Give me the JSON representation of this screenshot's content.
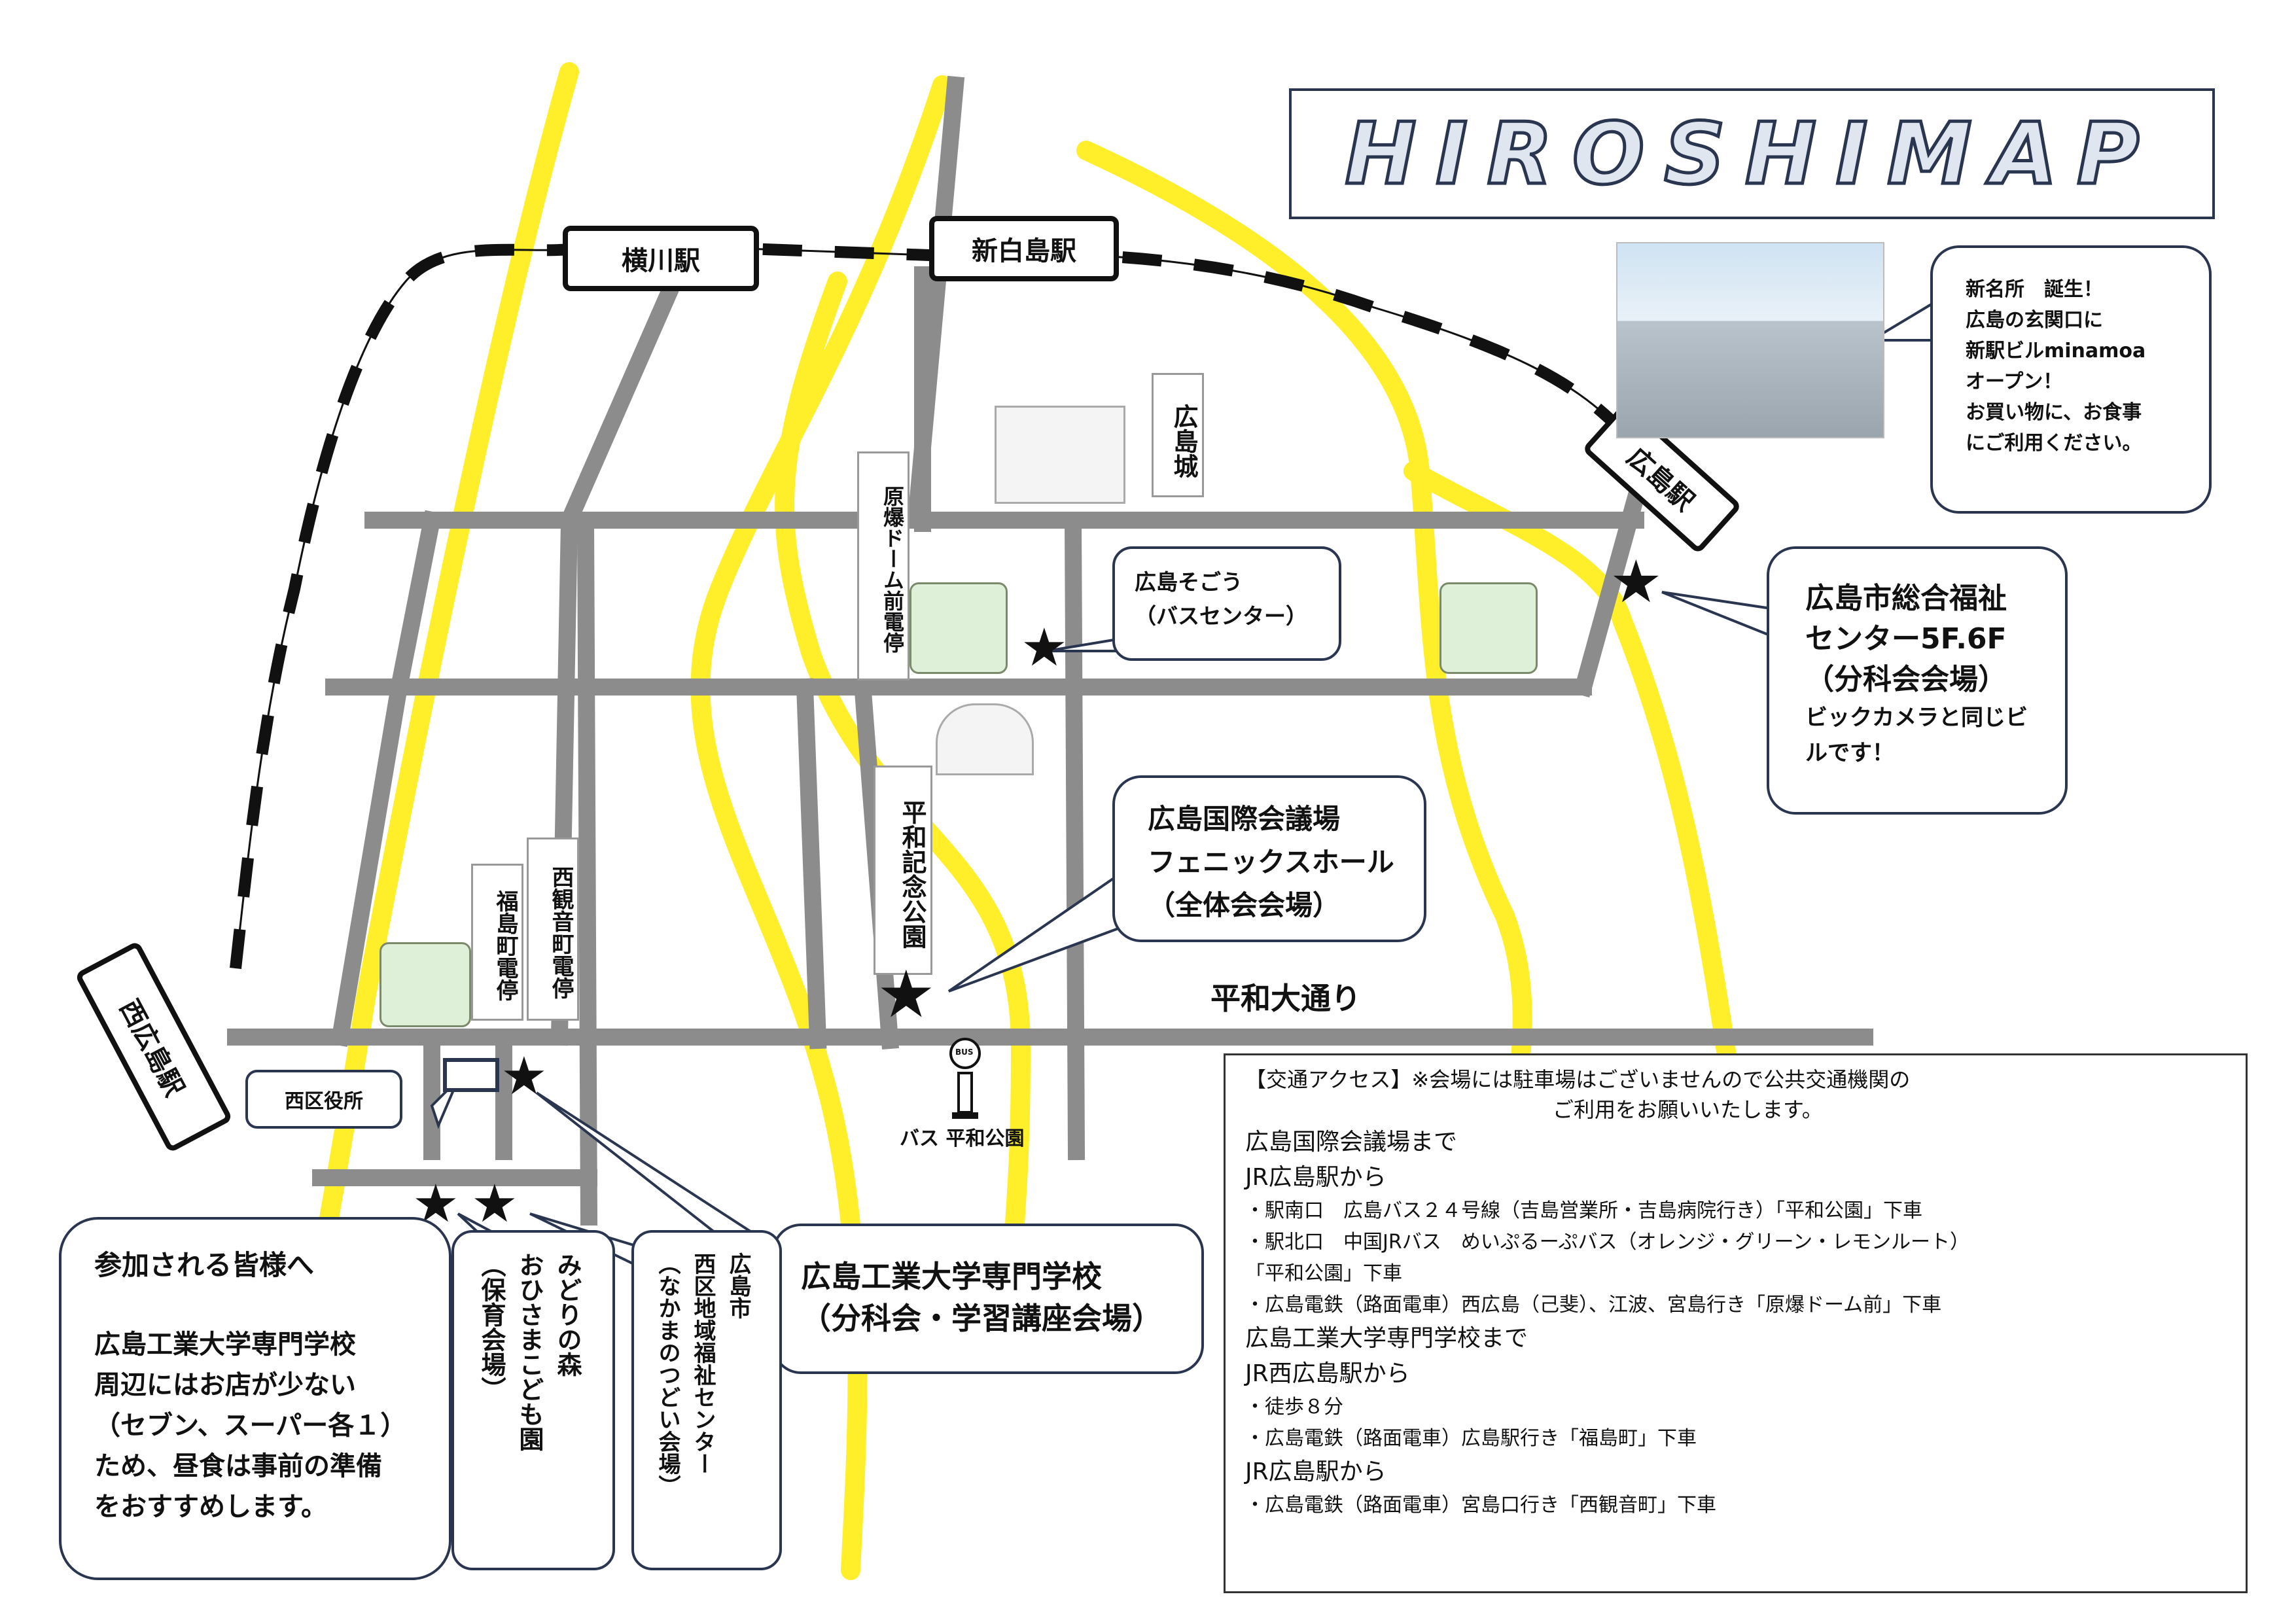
{
  "title": "HIROSHIMAP",
  "stations": {
    "yokogawa": "横川駅",
    "shinhakushima": "新白島駅",
    "hiroshima": "広島駅",
    "nishihiroshima": "西広島駅"
  },
  "street": "平和大通り",
  "landmarks": {
    "castle": "広島城",
    "genbaku_stop": "原爆ドーム前電停",
    "peace_park": "平和記念公園",
    "fukushima_stop": "福島町電停",
    "nishikannon_stop": "西観音町電停",
    "bus_stop": "バス 平和公園",
    "bus_sign": "BUS",
    "ward_office": "西区役所"
  },
  "callouts": {
    "minamoa": [
      "新名所　誕生！",
      "広島の玄関口に",
      "新駅ビルminamoa",
      "オープン！",
      "お買い物に、お食事",
      "にご利用ください。"
    ],
    "sogo": [
      "広島そごう",
      "（バスセンター）"
    ],
    "welfare": [
      "広島市総合福祉",
      "センター5F.6F",
      "（分科会会場）",
      "ビックカメラと同じビ",
      "ルです！"
    ],
    "phoenix": [
      "広島国際会議場",
      "フェニックスホール",
      "（全体会会場）"
    ],
    "school": [
      "広島工業大学専門学校",
      "（分科会・学習講座会場）"
    ],
    "notice_title": "参加される皆様へ",
    "notice_body": [
      "広島工業大学専門学校",
      "周辺にはお店が少ない",
      "（セブン、スーパー各１）",
      "ため、昼食は事前の準備",
      "をおすすめします。"
    ],
    "kodomoen": [
      "みどりの森",
      "おひさまこども園",
      "（保育会場）"
    ],
    "nakama": [
      "広島市",
      "西区地域福祉センター",
      "（なかまのつどい会場）"
    ]
  },
  "access": {
    "header1": "【交通アクセス】※会場には駐車場はございませんので公共交通機関の",
    "header2": "ご利用をお願いいたします。",
    "sec1_title": "広島国際会議場まで",
    "sec1_from": "JR広島駅から",
    "sec1_items": [
      "・駅南口　広島バス２４号線（吉島営業所・吉島病院行き）「平和公園」下車",
      "・駅北口　中国JRバス　めいぷるーぷバス（オレンジ・グリーン・レモンルート）",
      "「平和公園」下車",
      "・広島電鉄（路面電車）西広島（己斐）、江波、宮島行き「原爆ドーム前」下車"
    ],
    "sec2_title": "広島工業大学専門学校まで",
    "sec2_from1": "JR西広島駅から",
    "sec2_items1": [
      "・徒歩８分",
      "・広島電鉄（路面電車）広島駅行き「福島町」下車"
    ],
    "sec2_from2": "JR広島駅から",
    "sec2_items2": [
      "・広島電鉄（路面電車）宮島口行き「西観音町」下車"
    ]
  },
  "colors": {
    "river": "#ffef2a",
    "road": "#8c8c8c",
    "outline": "#2a3650"
  }
}
